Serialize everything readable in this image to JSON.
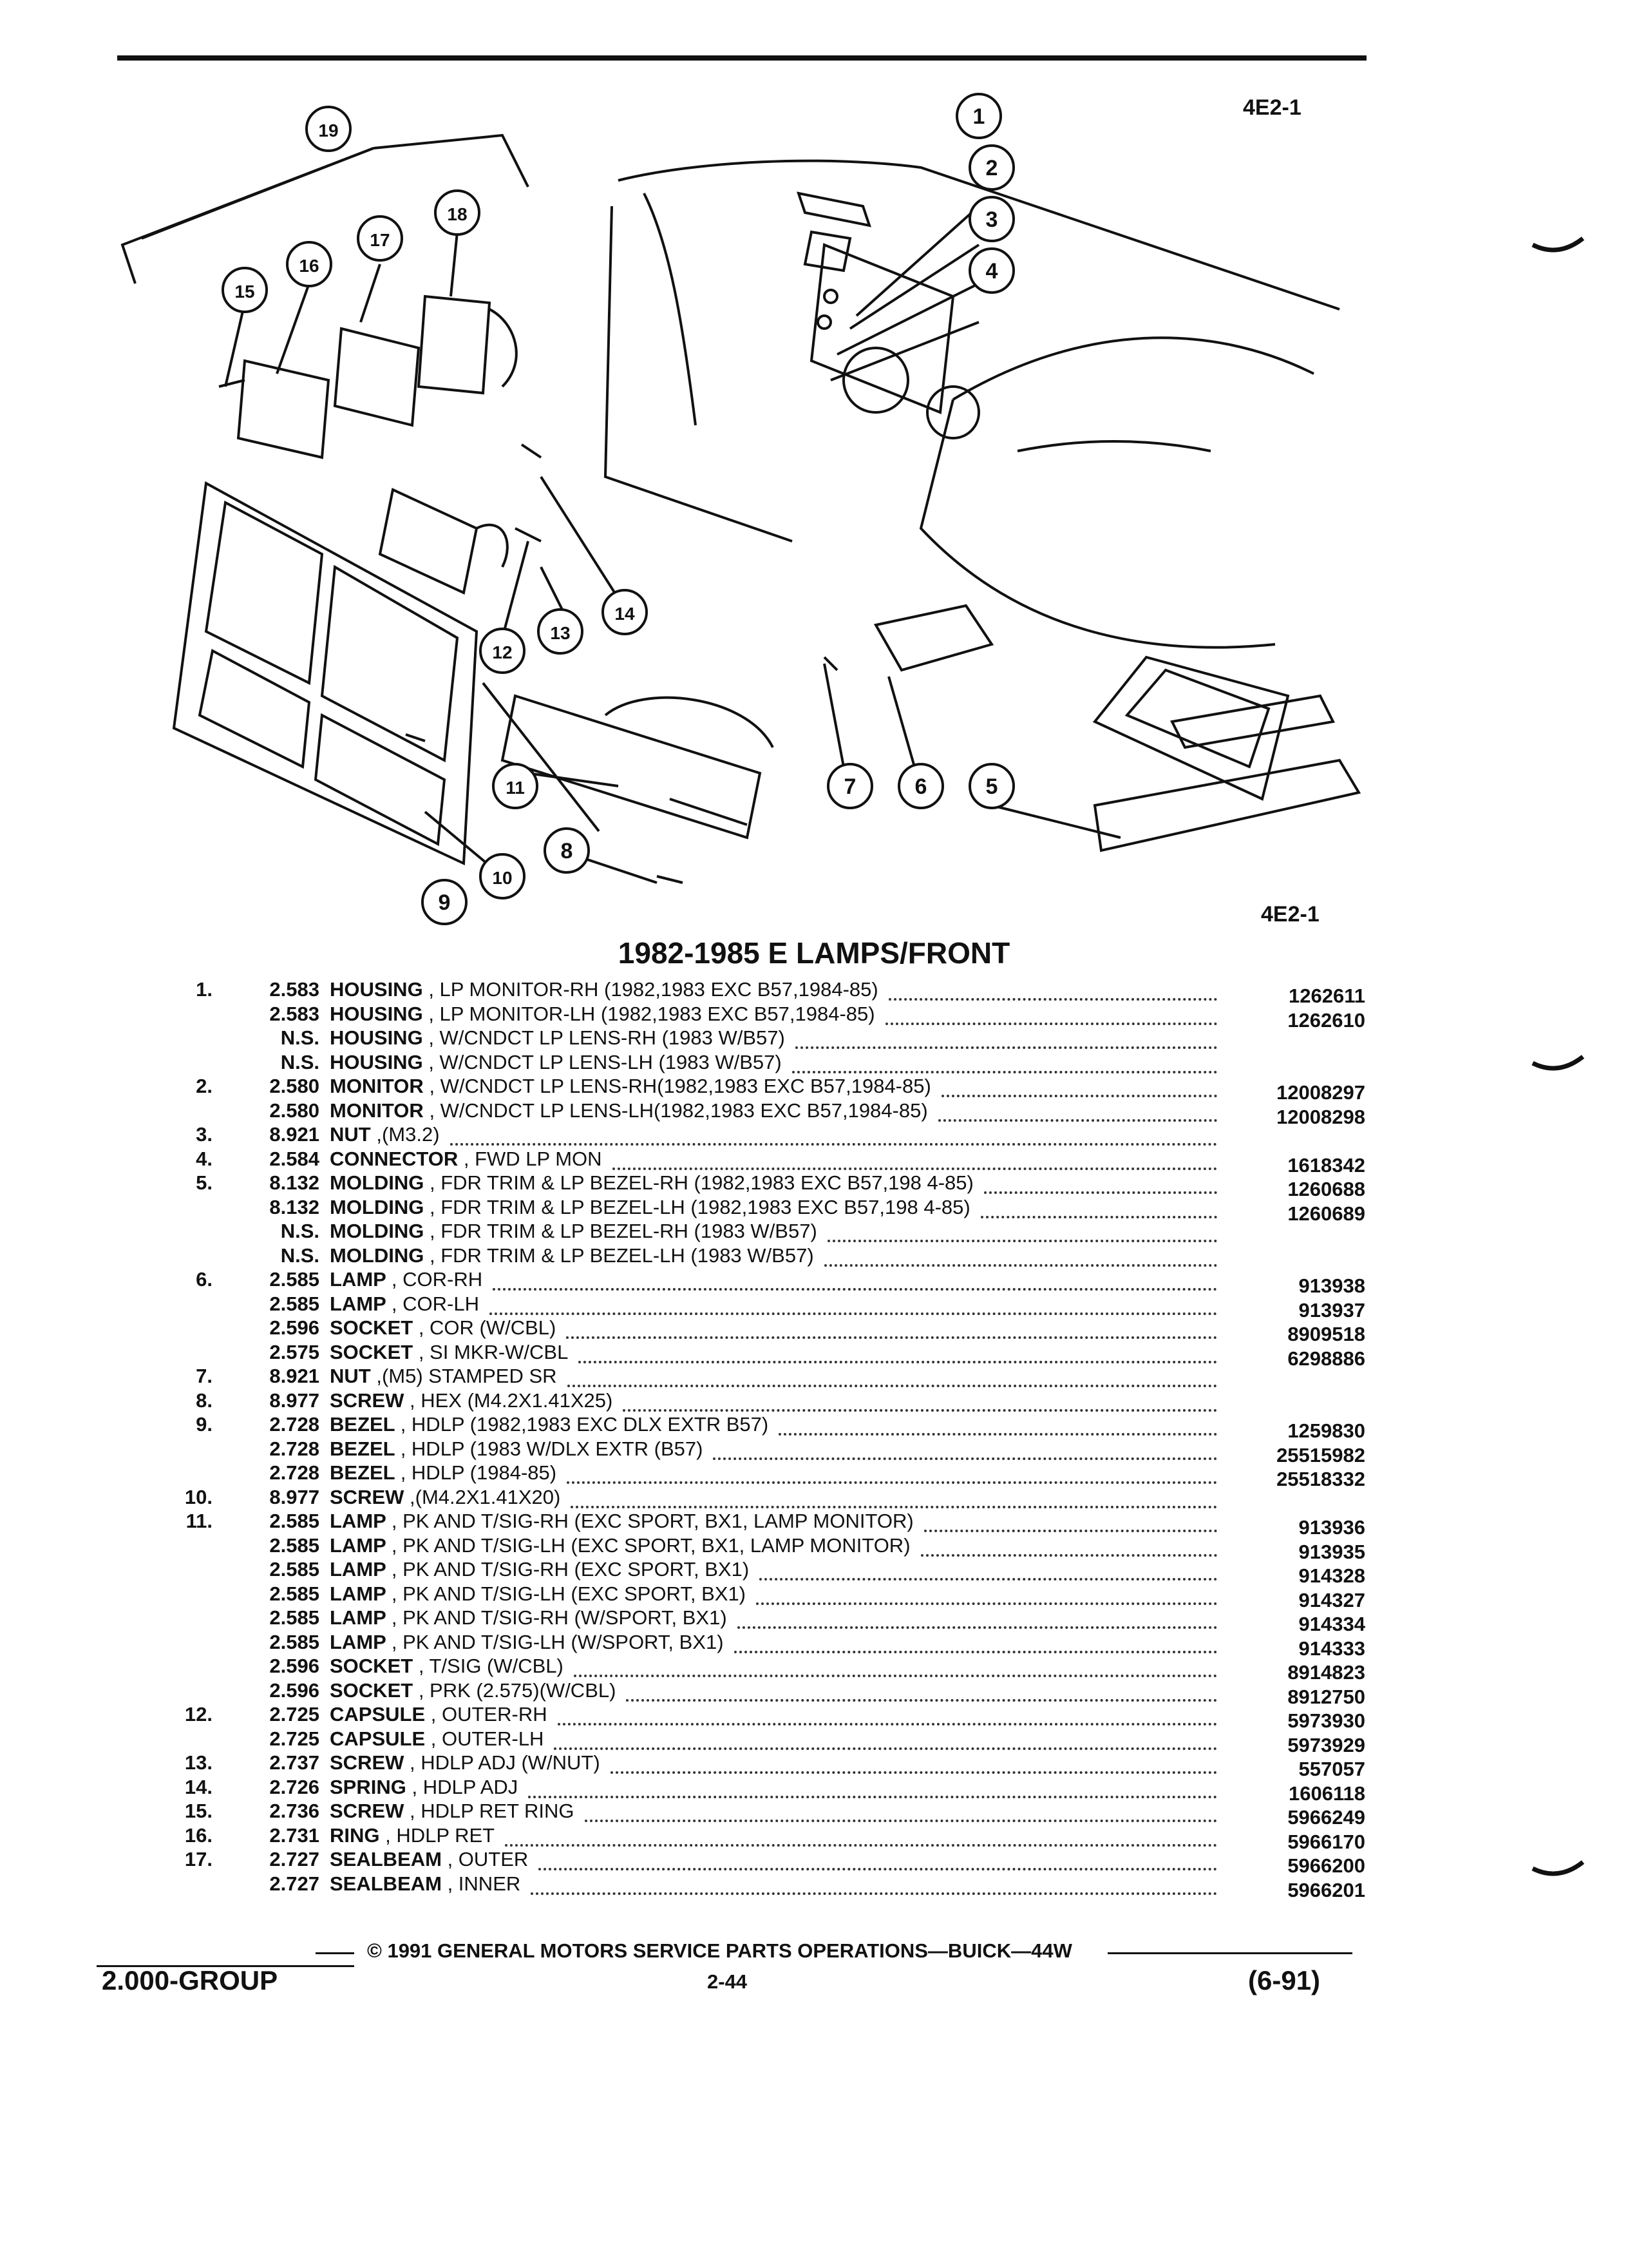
{
  "page": {
    "fig_ref_top": "4E2-1",
    "fig_ref_bottom": "4E2-1",
    "title": "1982-1985 E LAMPS/FRONT",
    "callouts": [
      "1",
      "2",
      "3",
      "4",
      "5",
      "6",
      "7",
      "8",
      "9",
      "10",
      "11",
      "12",
      "13",
      "14",
      "15",
      "16",
      "17",
      "18",
      "19"
    ]
  },
  "parts": [
    {
      "item": "1.",
      "group": "2.583",
      "name": "HOUSING",
      "desc": ", LP MONITOR-RH (1982,1983 EXC B57,1984-85)",
      "part": "1262611"
    },
    {
      "item": "",
      "group": "2.583",
      "name": "HOUSING",
      "desc": ", LP MONITOR-LH (1982,1983 EXC B57,1984-85)",
      "part": "1262610"
    },
    {
      "item": "",
      "group": "N.S.",
      "name": "HOUSING",
      "desc": ", W/CNDCT LP LENS-RH (1983 W/B57)",
      "part": ""
    },
    {
      "item": "",
      "group": "N.S.",
      "name": "HOUSING",
      "desc": ", W/CNDCT LP LENS-LH (1983 W/B57)",
      "part": ""
    },
    {
      "item": "2.",
      "group": "2.580",
      "name": "MONITOR",
      "desc": ", W/CNDCT LP LENS-RH(1982,1983 EXC B57,1984-85)",
      "part": "12008297"
    },
    {
      "item": "",
      "group": "2.580",
      "name": "MONITOR",
      "desc": ", W/CNDCT LP LENS-LH(1982,1983 EXC B57,1984-85)",
      "part": "12008298"
    },
    {
      "item": "3.",
      "group": "8.921",
      "name": "NUT",
      "desc": ",(M3.2)",
      "part": ""
    },
    {
      "item": "4.",
      "group": "2.584",
      "name": "CONNECTOR",
      "desc": ", FWD LP MON",
      "part": "1618342"
    },
    {
      "item": "5.",
      "group": "8.132",
      "name": "MOLDING",
      "desc": ", FDR TRIM & LP BEZEL-RH (1982,1983 EXC B57,198 4-85)",
      "part": "1260688"
    },
    {
      "item": "",
      "group": "8.132",
      "name": "MOLDING",
      "desc": ", FDR TRIM & LP BEZEL-LH (1982,1983 EXC B57,198 4-85)",
      "part": "1260689"
    },
    {
      "item": "",
      "group": "N.S.",
      "name": "MOLDING",
      "desc": ", FDR TRIM & LP BEZEL-RH (1983 W/B57)",
      "part": ""
    },
    {
      "item": "",
      "group": "N.S.",
      "name": "MOLDING",
      "desc": ", FDR TRIM & LP BEZEL-LH (1983 W/B57)",
      "part": ""
    },
    {
      "item": "6.",
      "group": "2.585",
      "name": "LAMP",
      "desc": ", COR-RH",
      "part": "913938"
    },
    {
      "item": "",
      "group": "2.585",
      "name": "LAMP",
      "desc": ", COR-LH",
      "part": "913937"
    },
    {
      "item": "",
      "group": "2.596",
      "name": "SOCKET",
      "desc": ", COR (W/CBL)",
      "part": "8909518"
    },
    {
      "item": "",
      "group": "2.575",
      "name": "SOCKET",
      "desc": ", SI MKR-W/CBL",
      "part": "6298886"
    },
    {
      "item": "7.",
      "group": "8.921",
      "name": "NUT",
      "desc": ",(M5) STAMPED SR",
      "part": ""
    },
    {
      "item": "8.",
      "group": "8.977",
      "name": "SCREW",
      "desc": ", HEX (M4.2X1.41X25)",
      "part": ""
    },
    {
      "item": "9.",
      "group": "2.728",
      "name": "BEZEL",
      "desc": ", HDLP (1982,1983 EXC DLX EXTR B57)",
      "part": "1259830"
    },
    {
      "item": "",
      "group": "2.728",
      "name": "BEZEL",
      "desc": ", HDLP (1983 W/DLX EXTR (B57)",
      "part": "25515982"
    },
    {
      "item": "",
      "group": "2.728",
      "name": "BEZEL",
      "desc": ", HDLP (1984-85)",
      "part": "25518332"
    },
    {
      "item": "10.",
      "group": "8.977",
      "name": "SCREW",
      "desc": ",(M4.2X1.41X20)",
      "part": ""
    },
    {
      "item": "11.",
      "group": "2.585",
      "name": "LAMP",
      "desc": ", PK AND T/SIG-RH (EXC SPORT, BX1, LAMP MONITOR)",
      "part": "913936"
    },
    {
      "item": "",
      "group": "2.585",
      "name": "LAMP",
      "desc": ", PK AND T/SIG-LH (EXC SPORT, BX1, LAMP MONITOR)",
      "part": "913935"
    },
    {
      "item": "",
      "group": "2.585",
      "name": "LAMP",
      "desc": ", PK AND T/SIG-RH (EXC SPORT, BX1)",
      "part": "914328"
    },
    {
      "item": "",
      "group": "2.585",
      "name": "LAMP",
      "desc": ", PK AND T/SIG-LH (EXC SPORT, BX1)",
      "part": "914327"
    },
    {
      "item": "",
      "group": "2.585",
      "name": "LAMP",
      "desc": ", PK AND T/SIG-RH (W/SPORT, BX1)",
      "part": "914334"
    },
    {
      "item": "",
      "group": "2.585",
      "name": "LAMP",
      "desc": ", PK AND T/SIG-LH (W/SPORT, BX1)",
      "part": "914333"
    },
    {
      "item": "",
      "group": "2.596",
      "name": "SOCKET",
      "desc": ", T/SIG (W/CBL)",
      "part": "8914823"
    },
    {
      "item": "",
      "group": "2.596",
      "name": "SOCKET",
      "desc": ", PRK (2.575)(W/CBL)",
      "part": "8912750"
    },
    {
      "item": "12.",
      "group": "2.725",
      "name": "CAPSULE",
      "desc": ", OUTER-RH",
      "part": "5973930"
    },
    {
      "item": "",
      "group": "2.725",
      "name": "CAPSULE",
      "desc": ", OUTER-LH",
      "part": "5973929"
    },
    {
      "item": "13.",
      "group": "2.737",
      "name": "SCREW",
      "desc": ", HDLP ADJ (W/NUT)",
      "part": "557057"
    },
    {
      "item": "14.",
      "group": "2.726",
      "name": "SPRING",
      "desc": ", HDLP ADJ",
      "part": "1606118"
    },
    {
      "item": "15.",
      "group": "2.736",
      "name": "SCREW",
      "desc": ", HDLP RET RING",
      "part": "5966249"
    },
    {
      "item": "16.",
      "group": "2.731",
      "name": "RING",
      "desc": ", HDLP RET",
      "part": "5966170"
    },
    {
      "item": "17.",
      "group": "2.727",
      "name": "SEALBEAM",
      "desc": ", OUTER",
      "part": "5966200"
    },
    {
      "item": "",
      "group": "2.727",
      "name": "SEALBEAM",
      "desc": ", INNER",
      "part": "5966201"
    }
  ],
  "footer": {
    "group": "2.000-GROUP",
    "copyright": "© 1991 GENERAL MOTORS SERVICE PARTS OPERATIONS—BUICK—44W",
    "page_number": "2-44",
    "date": "(6-91)"
  }
}
